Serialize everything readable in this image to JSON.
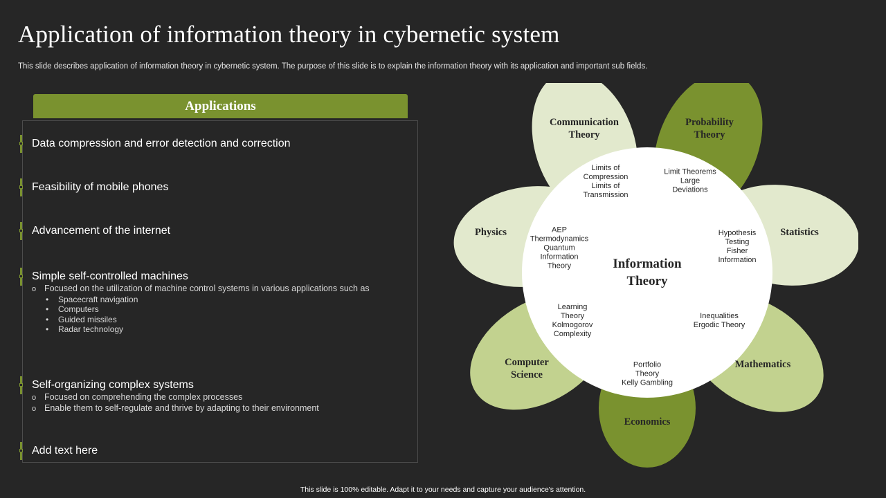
{
  "slide": {
    "title": "Application of information theory in cybernetic system",
    "subtitle": "This slide describes application of information theory in cybernetic system. The purpose of this slide is to explain the information theory with its application and important sub fields.",
    "footer": "This slide is 100% editable. Adapt it to your needs and capture your audience's attention."
  },
  "applications": {
    "header": "Applications",
    "items": [
      {
        "label": "Data compression and error detection and correction"
      },
      {
        "label": "Feasibility of mobile phones"
      },
      {
        "label": "Advancement of the internet"
      },
      {
        "label": "Simple self-controlled machines",
        "sub": [
          "Focused on the utilization of machine control systems in various  applications such as"
        ],
        "subsub": [
          "Spacecraft navigation",
          "Computers",
          "Guided missiles",
          "Radar technology"
        ]
      },
      {
        "label": "Self-organizing complex systems",
        "sub": [
          "Focused on comprehending  the complex processes",
          "Enable them to self-regulate  and thrive  by adapting to their environment"
        ]
      },
      {
        "label": "Add text here"
      }
    ],
    "sub_bullet": "o",
    "subsub_bullet": "•"
  },
  "diagram": {
    "center": "Information\nTheory",
    "colors": {
      "light": "#e2e9cd",
      "mid": "#c2d28f",
      "dark": "#7a922f",
      "center": "#ffffff"
    },
    "petals": [
      {
        "name": "Communication\nTheory",
        "sub": "Limits of\nCompression\nLimits of\nTransmission"
      },
      {
        "name": "Probability\nTheory",
        "sub": "Limit Theorems\nLarge\nDeviations"
      },
      {
        "name": "Statistics",
        "sub": "Hypothesis\nTesting\nFisher\nInformation"
      },
      {
        "name": "Mathematics",
        "sub": "Inequalities\nErgodic Theory"
      },
      {
        "name": "Economics",
        "sub": "Portfolio\nTheory\nKelly Gambling"
      },
      {
        "name": "Computer\nScience",
        "sub": "Learning\nTheory\nKolmogorov\nComplexity"
      },
      {
        "name": "Physics",
        "sub": "AEP\nThermodynamics\nQuantum\nInformation\nTheory"
      }
    ]
  }
}
